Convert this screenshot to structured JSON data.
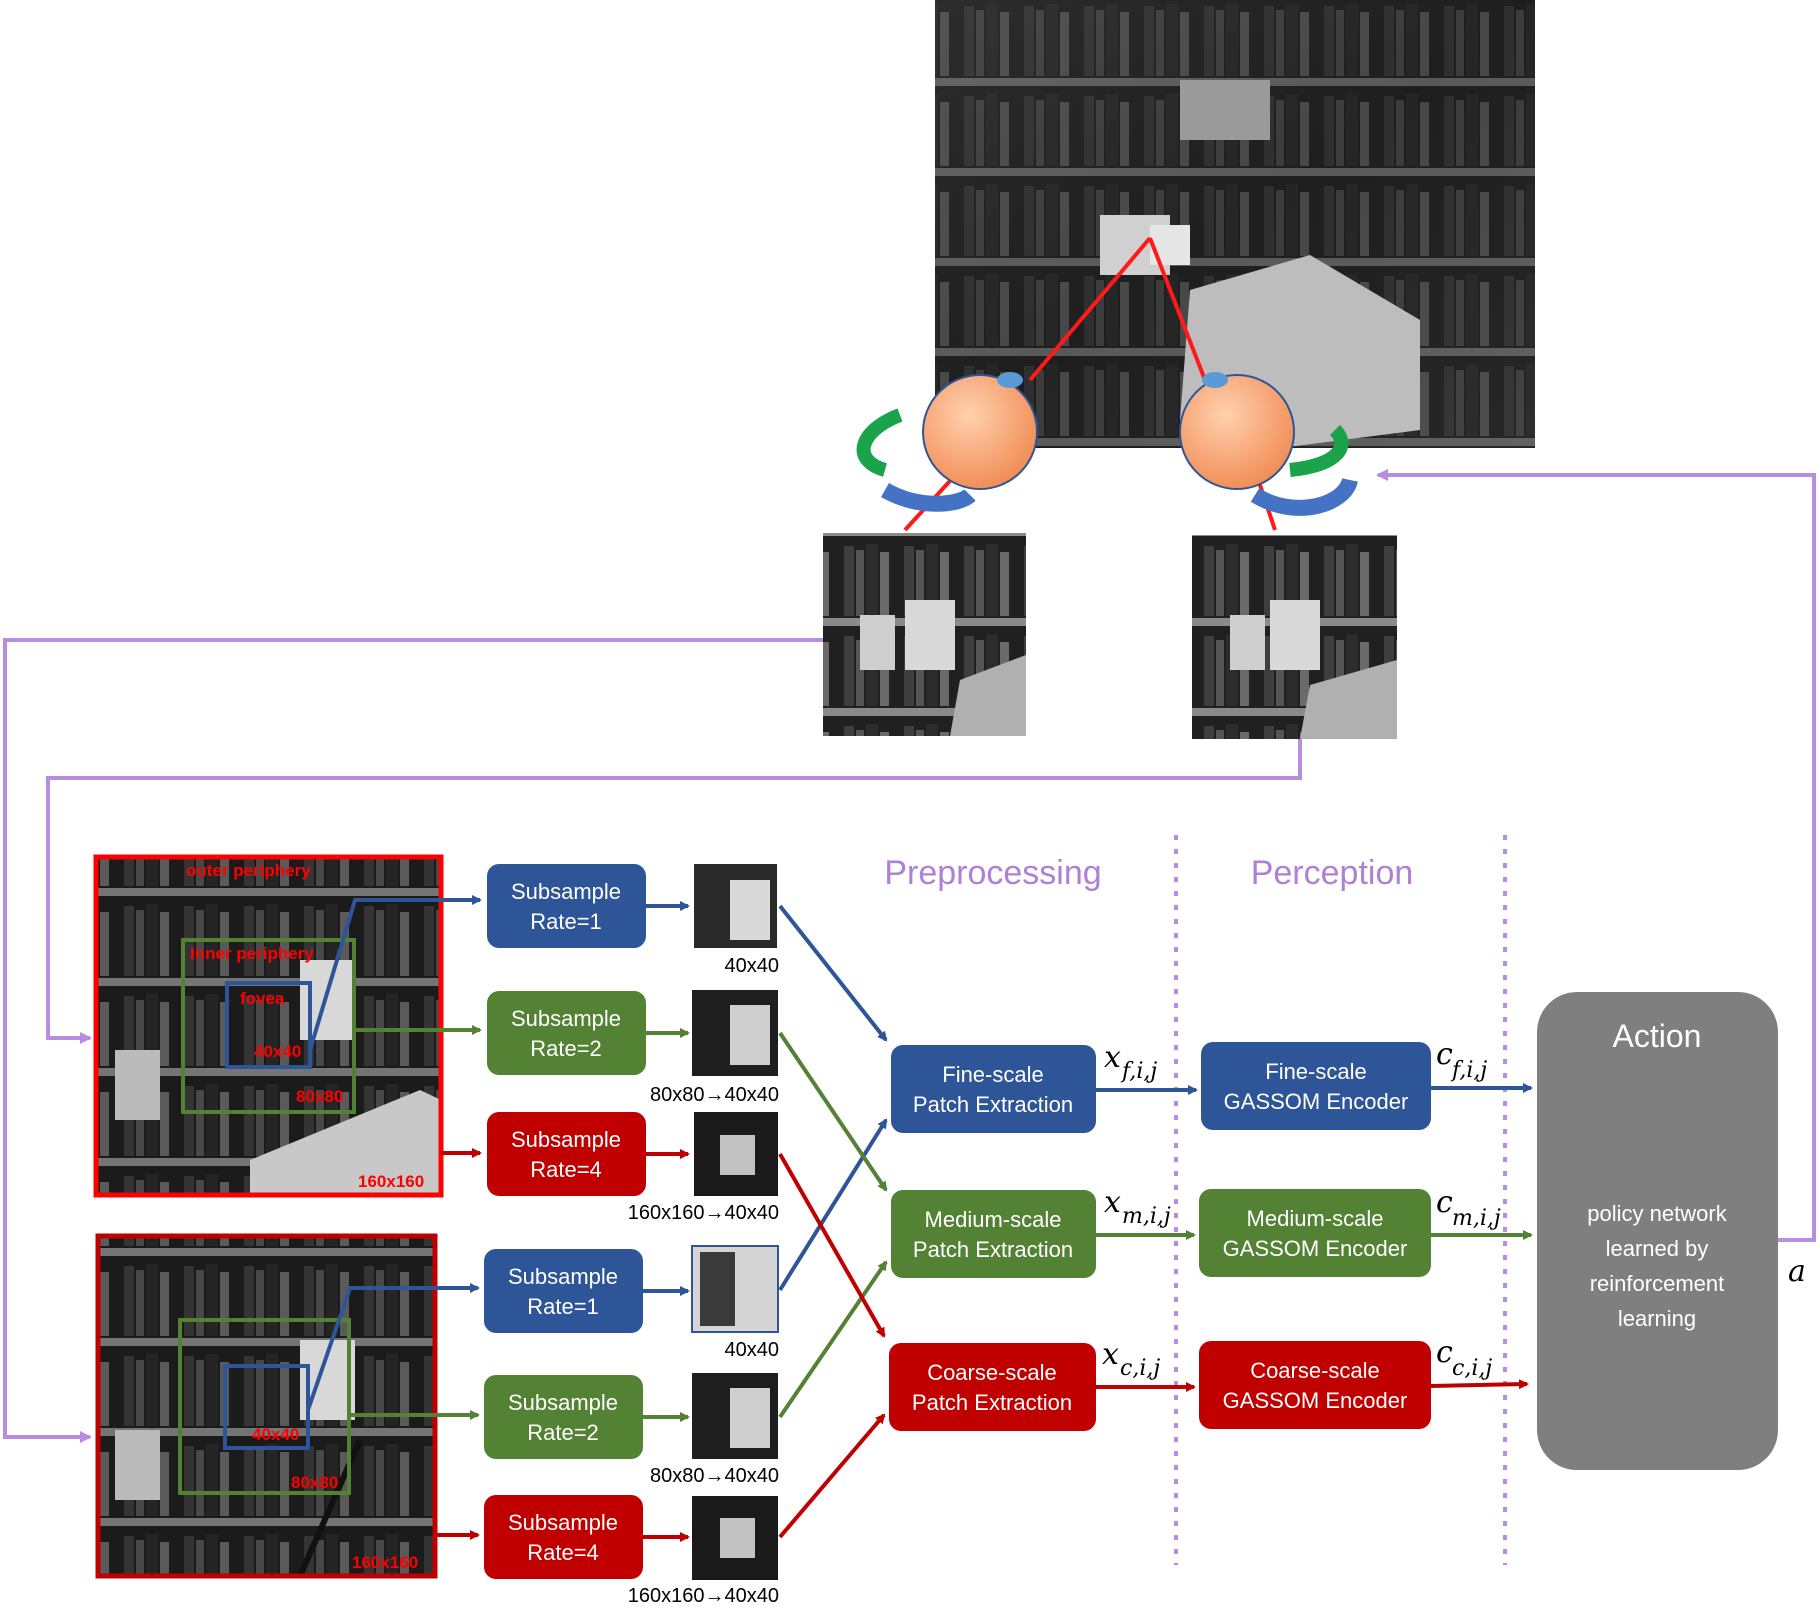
{
  "colors": {
    "blue": "#2e5597",
    "green": "#548235",
    "red": "#c00000",
    "purple": "#b88ce0",
    "gray": "#7f7f7f",
    "eye_orange": "#f4a273"
  },
  "sections": {
    "preprocessing": "Preprocessing",
    "perception": "Perception"
  },
  "eye_roi_labels": {
    "outer_periphery": "outer periphery",
    "inner_periphery": "Inner periphery",
    "fovea": "fovea",
    "size_fovea": "40x40",
    "size_inner": "80x80",
    "size_outer": "160x160"
  },
  "subsample": {
    "line1": "Subsample",
    "rate1": "Rate=1",
    "rate2": "Rate=2",
    "rate4": "Rate=4"
  },
  "patch_size_labels": {
    "fine": "40x40",
    "medium": "80x80→40x40",
    "coarse": "160x160→40x40"
  },
  "extraction": {
    "fine": [
      "Fine-scale",
      "Patch Extraction"
    ],
    "medium": [
      "Medium-scale",
      "Patch Extraction"
    ],
    "coarse": [
      "Coarse-scale",
      "Patch Extraction"
    ]
  },
  "encoder": {
    "fine": [
      "Fine-scale",
      "GASSOM Encoder"
    ],
    "medium": [
      "Medium-scale",
      "GASSOM Encoder"
    ],
    "coarse": [
      "Coarse-scale",
      "GASSOM Encoder"
    ]
  },
  "math_labels": {
    "x_base": "x",
    "x_f": "f,i,j",
    "x_m": "m,i,j",
    "x_c": "c,i,j",
    "c_base": "c",
    "c_f": "f,i,j",
    "c_m": "m,i,j",
    "c_c": "c,i,j",
    "action_var": "a"
  },
  "action": {
    "title": "Action",
    "body": [
      "policy network",
      "learned by",
      "reinforcement",
      "learning"
    ]
  },
  "icons": {
    "eye": "eyeball-icon",
    "rotation": "rotation-arrows-icon"
  }
}
